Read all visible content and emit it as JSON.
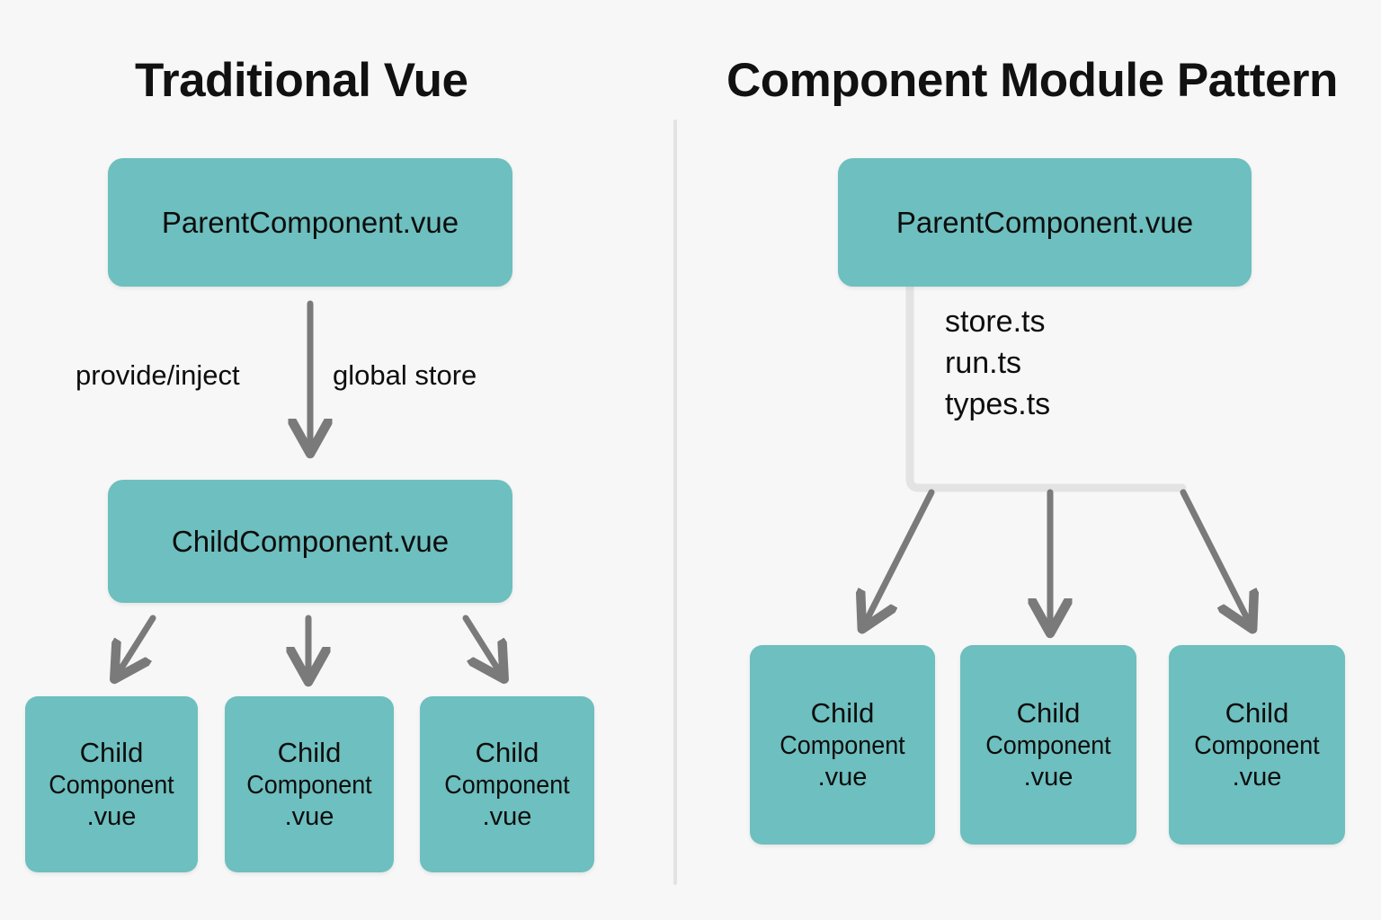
{
  "panels": {
    "left": {
      "title": "Traditional Vue",
      "parent": {
        "label": "ParentComponent.vue"
      },
      "edge_labels": {
        "provide_inject": "provide/inject",
        "global_store": "global store"
      },
      "child": {
        "label": "ChildComponent.vue"
      },
      "leaves": [
        {
          "line1": "Child",
          "line2": "Component",
          "line3": ".vue"
        },
        {
          "line1": "Child",
          "line2": "Component",
          "line3": ".vue"
        },
        {
          "line1": "Child",
          "line2": "Component",
          "line3": ".vue"
        }
      ]
    },
    "right": {
      "title": "Component Module Pattern",
      "parent": {
        "label": "ParentComponent.vue"
      },
      "module_files": [
        "store.ts",
        "run.ts",
        "types.ts"
      ],
      "leaves": [
        {
          "line1": "Child",
          "line2": "Component",
          "line3": ".vue"
        },
        {
          "line1": "Child",
          "line2": "Component",
          "line3": ".vue"
        },
        {
          "line1": "Child",
          "line2": "Component",
          "line3": ".vue"
        }
      ]
    }
  },
  "colors": {
    "background": "#f7f7f7",
    "box_fill": "#6ebfbf",
    "box_text": "#0d0d0d",
    "arrow": "#7a7a7a",
    "divider": "#e3e3e3",
    "bracket": "#e3e3e3",
    "title_text": "#111111"
  }
}
